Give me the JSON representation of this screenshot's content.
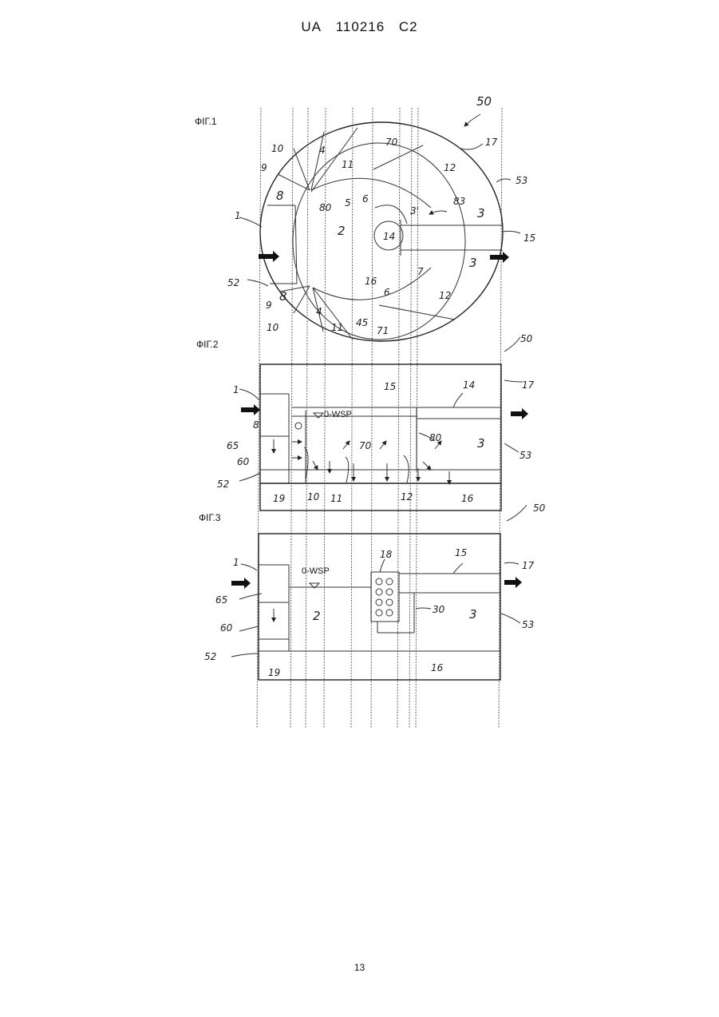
{
  "header": {
    "country": "UA",
    "number": "110216",
    "kind": "C2"
  },
  "page_number": "13",
  "figures": {
    "fig1": {
      "label": "ФІГ.1",
      "labels": [
        "50",
        "17",
        "53",
        "70",
        "12",
        "10",
        "4",
        "11",
        "9",
        "8",
        "5",
        "6",
        "3'",
        "83",
        "3",
        "1",
        "80",
        "2",
        "14",
        "15",
        "52",
        "7",
        "16",
        "6",
        "9",
        "10",
        "4",
        "11",
        "45",
        "71",
        "12",
        "8",
        "3"
      ]
    },
    "fig2": {
      "label": "ФІГ.2",
      "wsp": "0-WSP",
      "labels": [
        "50",
        "17",
        "1",
        "14",
        "15",
        "8",
        "65",
        "60",
        "70",
        "80",
        "3",
        "53",
        "52",
        "19",
        "10",
        "11",
        "12",
        "16"
      ]
    },
    "fig3": {
      "label": "ФІГ.3",
      "wsp": "0-WSP",
      "labels": [
        "50",
        "1",
        "18",
        "15",
        "17",
        "65",
        "60",
        "2",
        "30",
        "3",
        "53",
        "52",
        "19",
        "16"
      ]
    }
  }
}
